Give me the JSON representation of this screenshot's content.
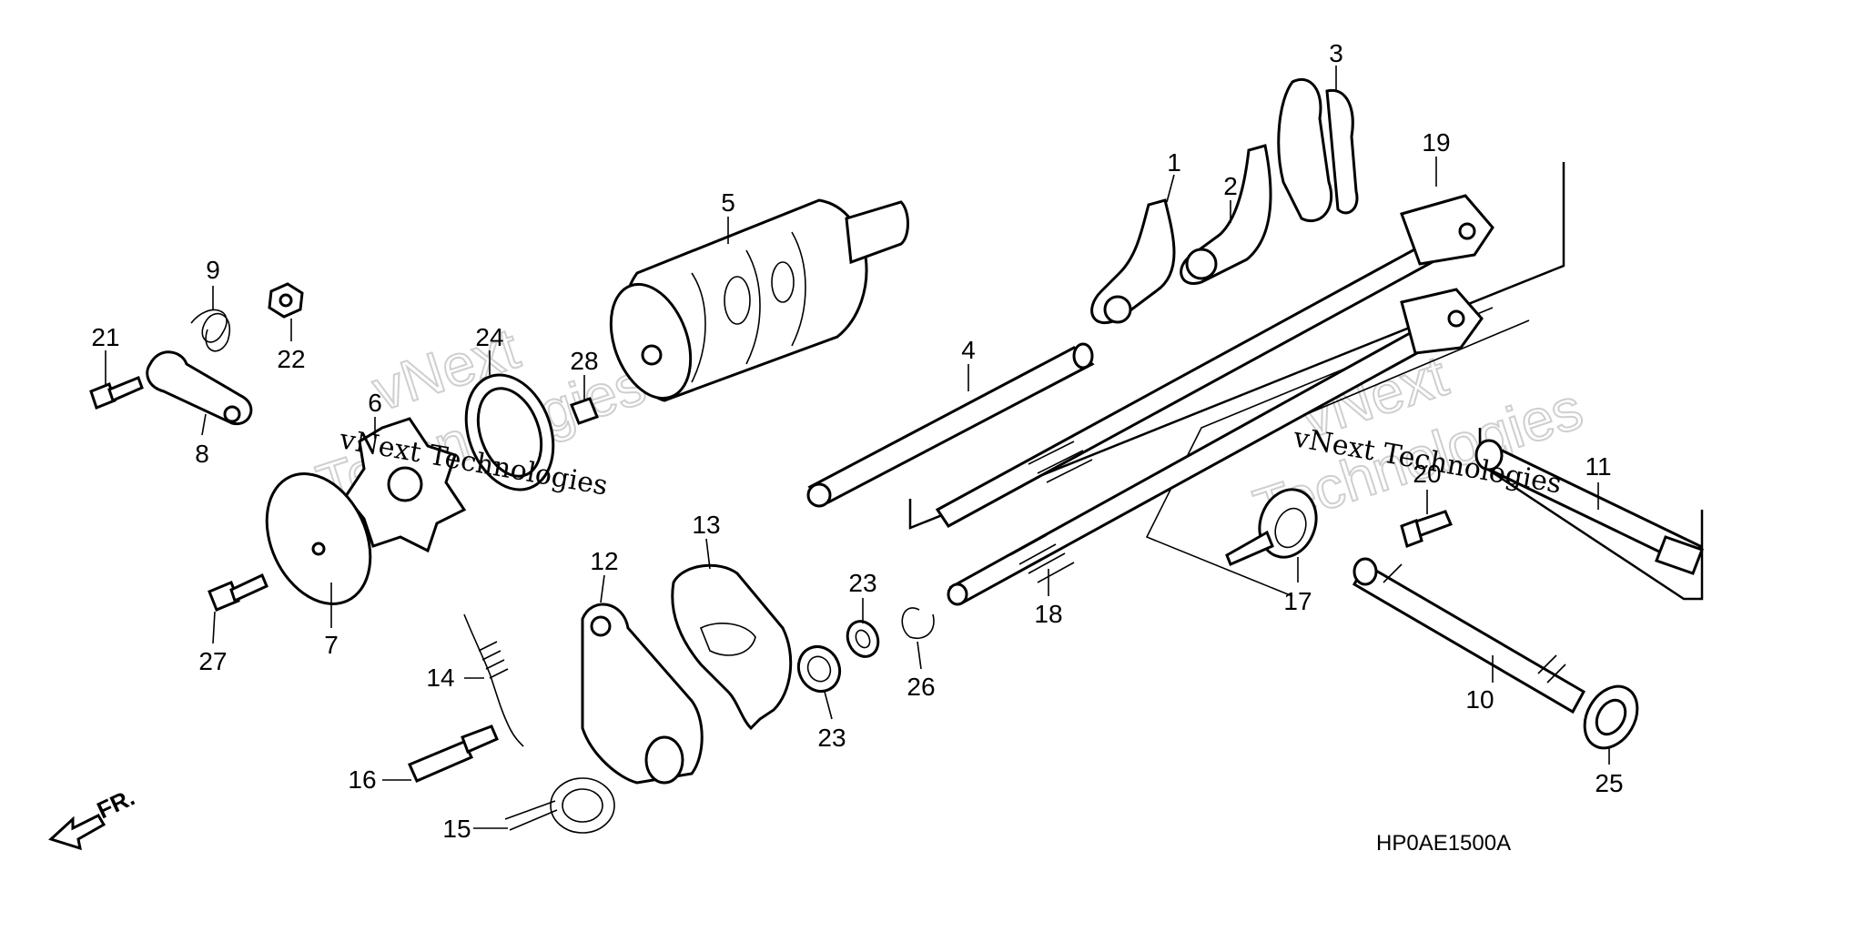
{
  "callouts": {
    "p1": "1",
    "p2": "2",
    "p3": "3",
    "p4": "4",
    "p5": "5",
    "p6": "6",
    "p7": "7",
    "p8": "8",
    "p9": "9",
    "p10": "10",
    "p11": "11",
    "p12": "12",
    "p13": "13",
    "p14": "14",
    "p15": "15",
    "p16": "16",
    "p17": "17",
    "p18": "18",
    "p19": "19",
    "p20": "20",
    "p21": "21",
    "p22": "22",
    "p23a": "23",
    "p23b": "23",
    "p24": "24",
    "p25": "25",
    "p26": "26",
    "p27": "27",
    "p28": "28"
  },
  "diagram_code": "HP0AE1500A",
  "direction_label": "FR.",
  "watermark": {
    "line1": "vNext",
    "line2": "Technologies",
    "inline": "vNext Technologies"
  }
}
